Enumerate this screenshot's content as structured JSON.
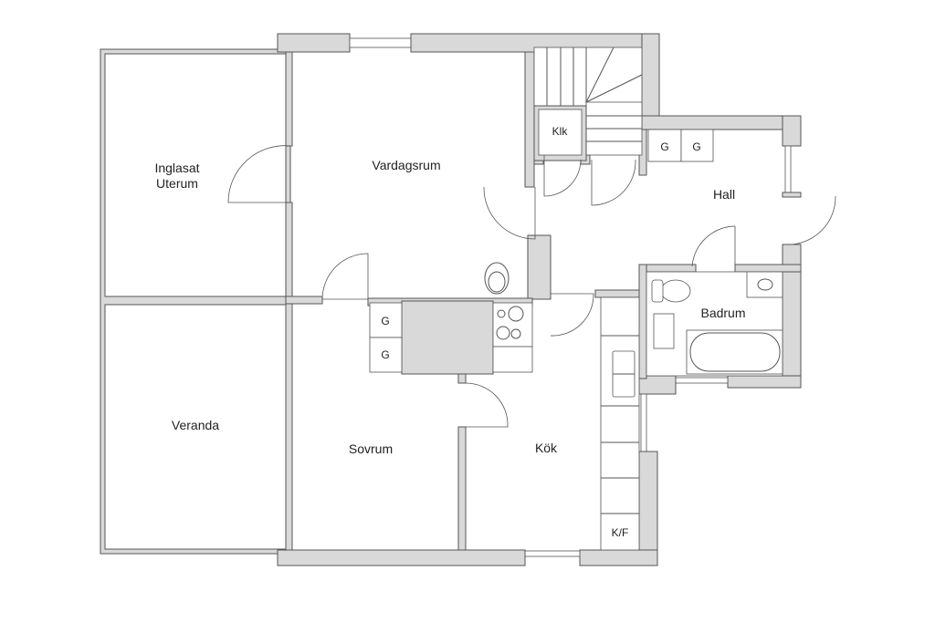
{
  "rooms": {
    "inglasat_line1": "Inglasat",
    "inglasat_line2": "Uterum",
    "veranda": "Veranda",
    "vardagsrum": "Vardagsrum",
    "sovrum": "Sovrum",
    "kok": "Kök",
    "hall": "Hall",
    "badrum": "Badrum",
    "klk": "Klk"
  },
  "fixtures": {
    "wardrobe_mark": "G",
    "fridge_freezer": "K/F"
  },
  "colors": {
    "wall": "#d9d9d9",
    "line": "#555555"
  }
}
